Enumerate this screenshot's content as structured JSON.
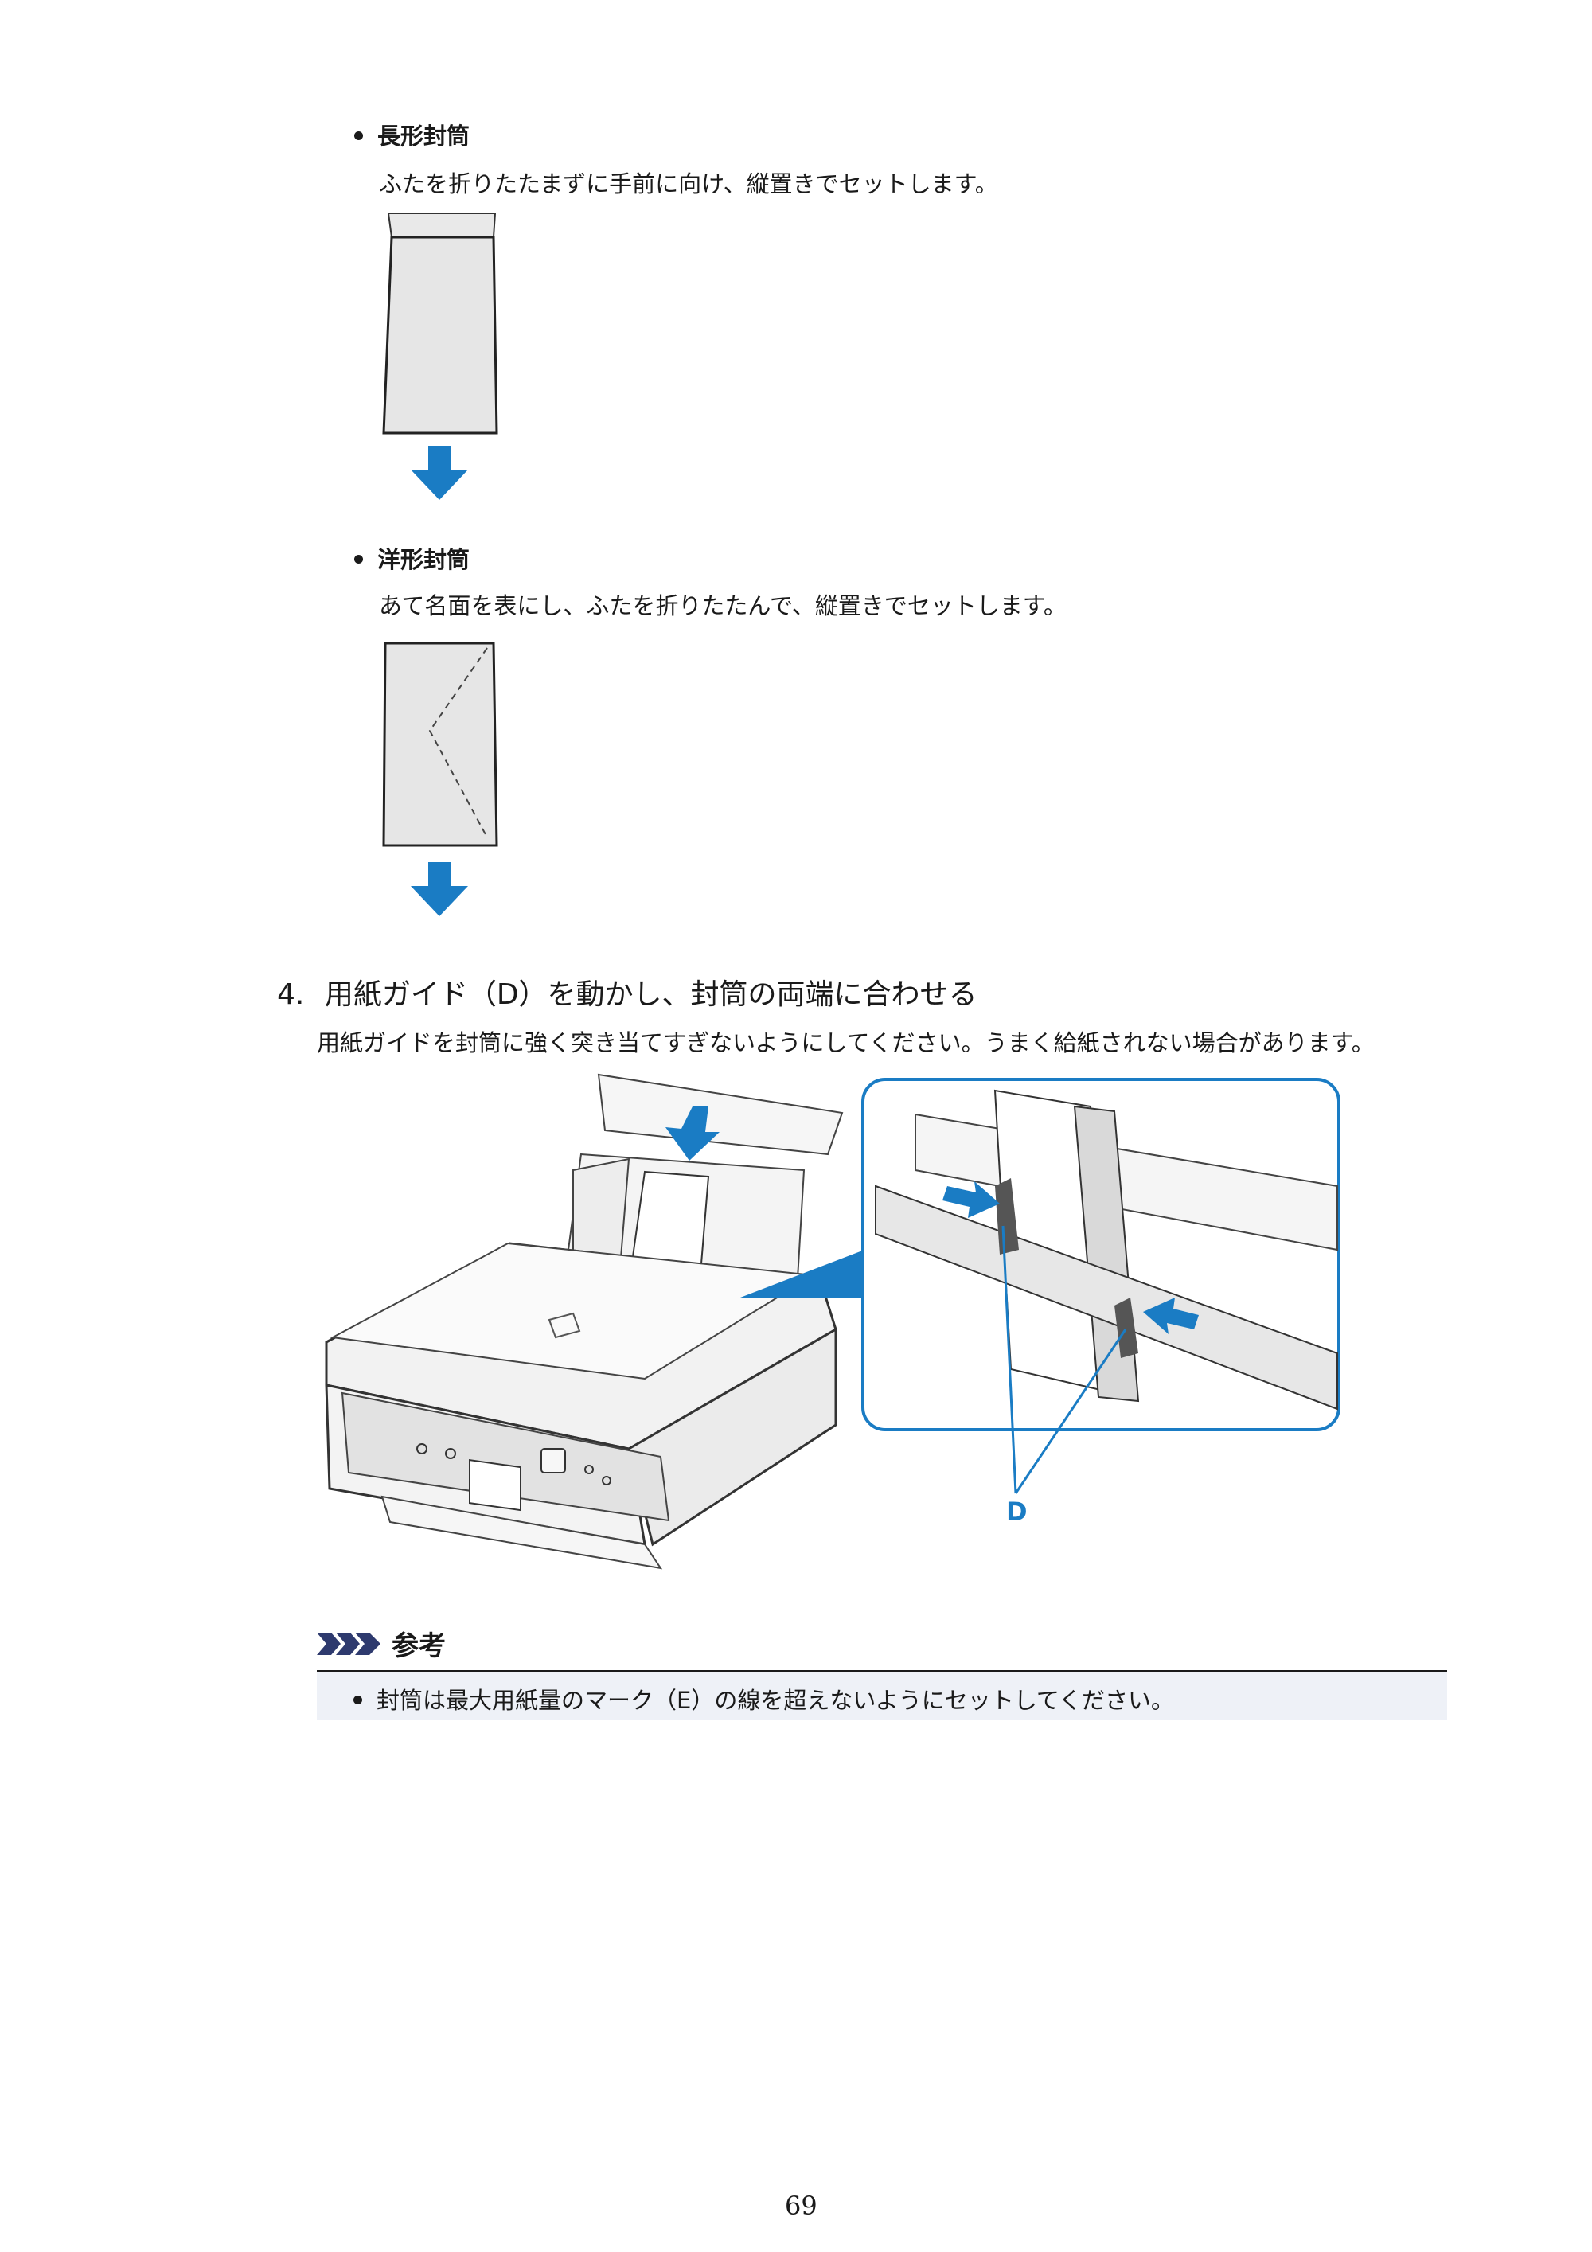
{
  "section_long_envelope": {
    "title": "長形封筒",
    "text": "ふたを折りたたまずに手前に向け、縦置きでセットします。"
  },
  "section_western_envelope": {
    "title": "洋形封筒",
    "text": "あて名面を表にし、ふたを折りたたんで、縦置きでセットします。"
  },
  "step4": {
    "number": "4.",
    "heading": "用紙ガイド（D）を動かし、封筒の両端に合わせる",
    "text": "用紙ガイドを封筒に強く突き当てすぎないようにしてください。うまく給紙されない場合があります。",
    "callout_label": "D"
  },
  "note": {
    "title": "参考",
    "items": [
      "封筒は最大用紙量のマーク（E）の線を超えないようにセットしてください。"
    ]
  },
  "page_number": "69",
  "colors": {
    "accent": "#1a7cc4",
    "note_bg": "#eef1f7"
  }
}
